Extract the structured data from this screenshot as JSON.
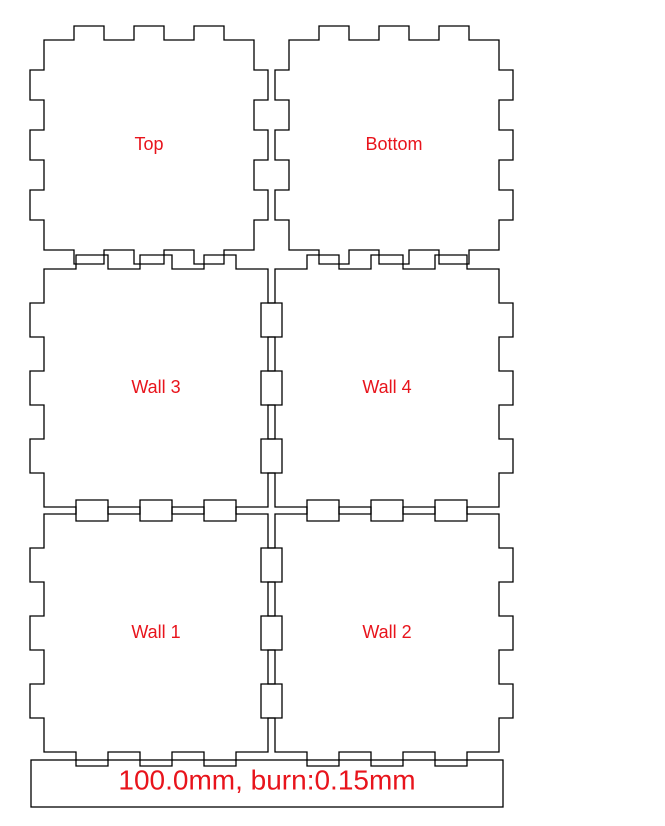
{
  "colors": {
    "outline": "#000000",
    "label": "#e8141c",
    "background": "#ffffff"
  },
  "panels": [
    {
      "label": "Top",
      "top_edge": "tabs",
      "bottom_edge": "tabs",
      "left_edge": "tabs",
      "right_edge": "tabs"
    },
    {
      "label": "Bottom",
      "top_edge": "tabs",
      "bottom_edge": "tabs",
      "left_edge": "tabs",
      "right_edge": "tabs"
    },
    {
      "label": "Wall 3",
      "top_edge": "slots",
      "bottom_edge": "slots",
      "left_edge": "tabs",
      "right_edge": "slots"
    },
    {
      "label": "Wall 4",
      "top_edge": "slots",
      "bottom_edge": "slots",
      "left_edge": "slots",
      "right_edge": "tabs"
    },
    {
      "label": "Wall 1",
      "top_edge": "slots",
      "bottom_edge": "slots",
      "left_edge": "tabs",
      "right_edge": "slots"
    },
    {
      "label": "Wall 2",
      "top_edge": "slots",
      "bottom_edge": "slots",
      "left_edge": "slots",
      "right_edge": "tabs"
    }
  ],
  "spec_text": "100.0mm, burn:0.15mm"
}
